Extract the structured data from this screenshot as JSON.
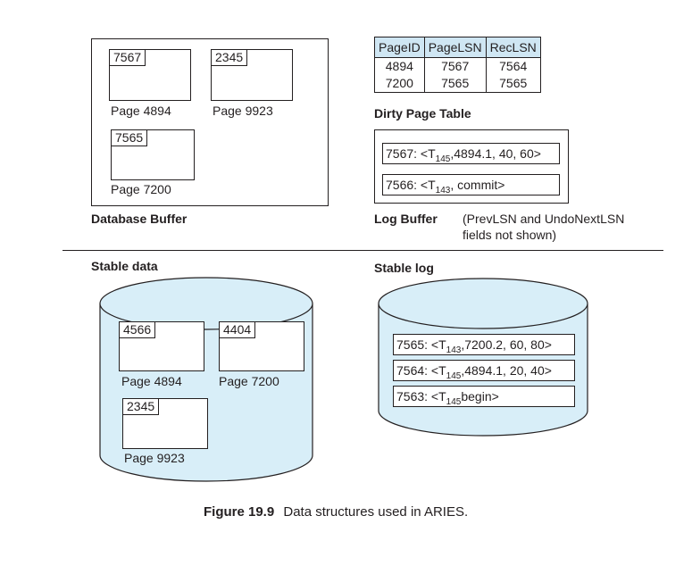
{
  "database_buffer": {
    "label": "Database Buffer",
    "pages": [
      {
        "lsn": "7567",
        "caption": "Page 4894"
      },
      {
        "lsn": "2345",
        "caption": "Page 9923"
      },
      {
        "lsn": "7565",
        "caption": "Page 7200"
      }
    ]
  },
  "dirty_page_table": {
    "label": "Dirty Page Table",
    "headers": [
      "PageID",
      "PageLSN",
      "RecLSN"
    ],
    "rows": [
      [
        "4894",
        "7567",
        "7564"
      ],
      [
        "7200",
        "7565",
        "7565"
      ]
    ]
  },
  "log_buffer": {
    "label": "Log Buffer",
    "note_line1": "(PrevLSN and UndoNextLSN",
    "note_line2": "fields not shown)",
    "records": [
      {
        "pre": "7567: <T",
        "sub": "145",
        "post": ",4894.1, 40, 60>"
      },
      {
        "pre": "7566: <T",
        "sub": "143",
        "post": ", commit>"
      }
    ]
  },
  "stable_data": {
    "label": "Stable data",
    "pages": [
      {
        "lsn": "4566",
        "caption": "Page 4894"
      },
      {
        "lsn": "4404",
        "caption": "Page 7200"
      },
      {
        "lsn": "2345",
        "caption": "Page 9923"
      }
    ]
  },
  "stable_log": {
    "label": "Stable log",
    "records": [
      {
        "pre": "7565: <T",
        "sub": "143",
        "post": ",7200.2, 60, 80>"
      },
      {
        "pre": "7564: <T",
        "sub": "145",
        "post": ",4894.1, 20, 40>"
      },
      {
        "pre": "7563: <T",
        "sub": "145",
        "post": "begin>"
      }
    ]
  },
  "figure_caption": {
    "number": "Figure 19.9",
    "text": "Data structures used in ARIES."
  },
  "colors": {
    "cylinder_fill": "#d8eef8",
    "table_header": "#cfe6f3",
    "stroke": "#231f20"
  }
}
